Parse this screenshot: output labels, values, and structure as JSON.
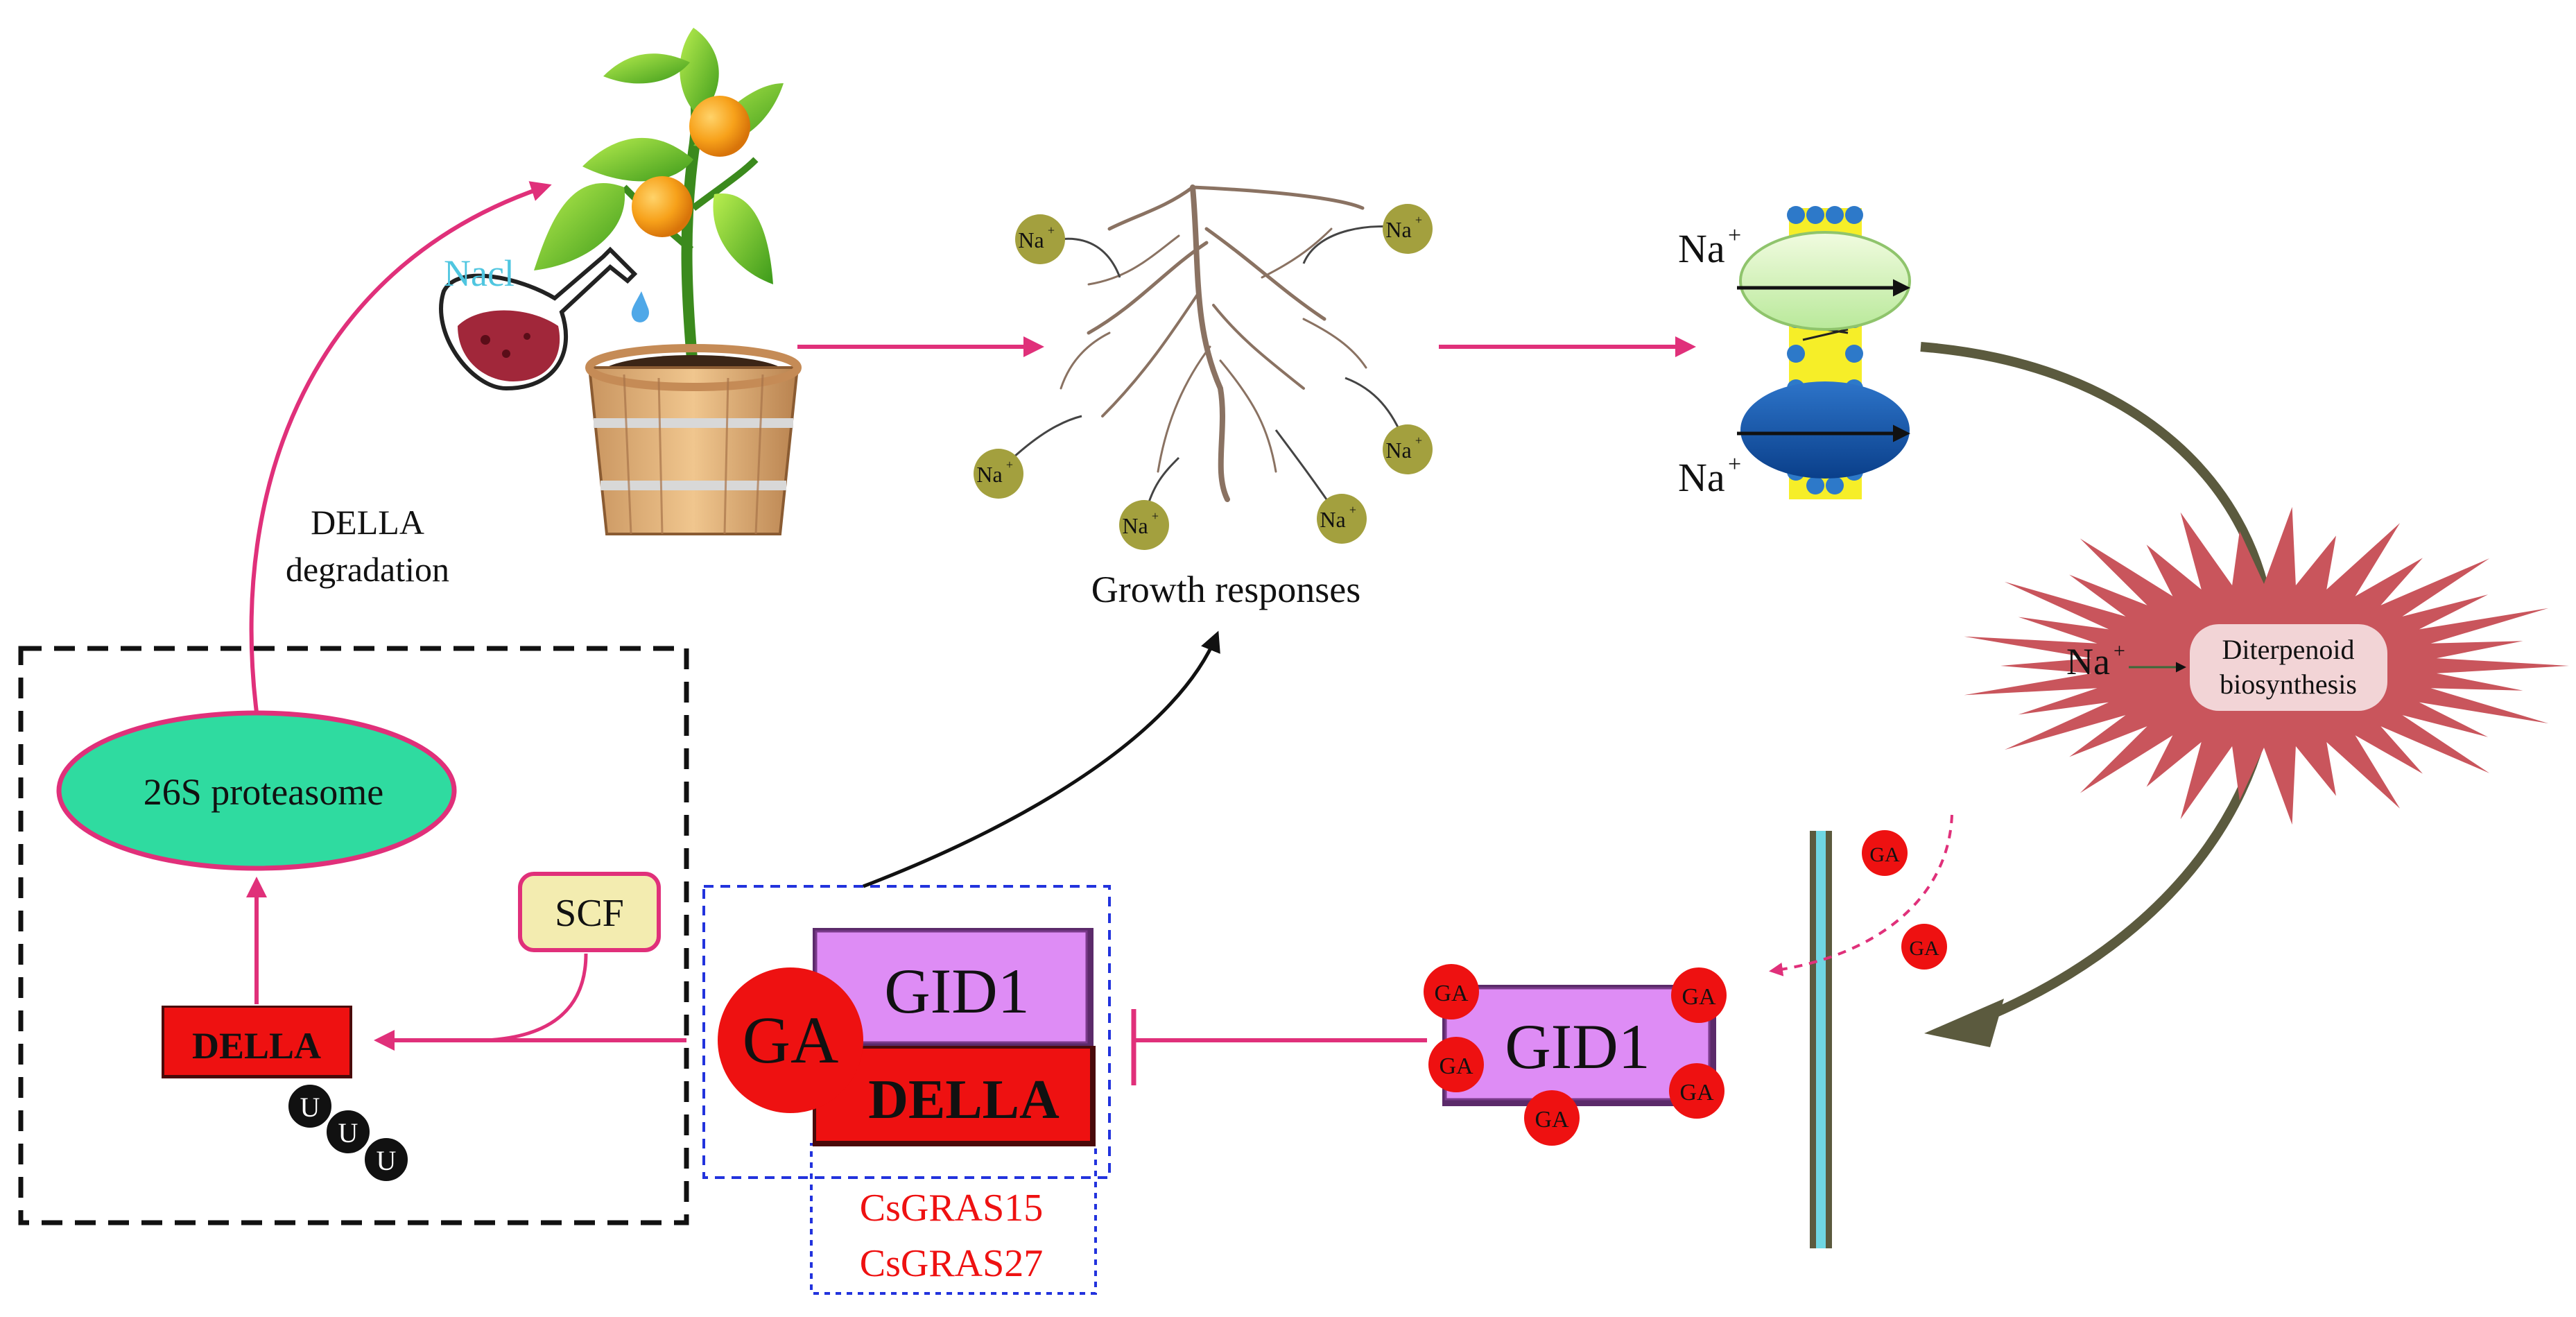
{
  "colors": {
    "pink_arrow": "#e0307a",
    "olive_arrow": "#5b5a3e",
    "della_red": "#ee1111",
    "gid1_purple": "#de8cf5",
    "proteasome_green": "#2fdba0",
    "scf_fill": "#f3ecb0",
    "na_bubble": "#a3a03e",
    "star_red": "#c9555c",
    "diterpenoid_fill": "#f2d4d6",
    "blue_dash": "#2233dd",
    "label_red": "#ee1111",
    "nacl_cyan": "#4fc6e0"
  },
  "icons": {
    "plant": "potted-orange-plant-icon",
    "flask": "nacl-flask-icon",
    "roots": "plant-roots-icon",
    "membrane": "ion-channel-membrane-icon",
    "star": "cell-burst-icon",
    "cell_wall": "cell-wall-icon",
    "ubiquitin": "ubiquitin-icon"
  },
  "labels": {
    "nacl": "Nacl",
    "della_degradation_1": "DELLA",
    "della_degradation_2": "degradation",
    "growth_responses": "Growth responses",
    "na_plus": "Na",
    "plus_sign": "+",
    "diterpenoid_1": "Diterpenoid",
    "diterpenoid_2": "biosynthesis",
    "proteasome": "26S proteasome",
    "scf": "SCF",
    "della": "DELLA",
    "ubiquitin": "U",
    "gid1": "GID1",
    "ga": "GA",
    "csgras15": "CsGRAS15",
    "csgras27": "CsGRAS27"
  }
}
